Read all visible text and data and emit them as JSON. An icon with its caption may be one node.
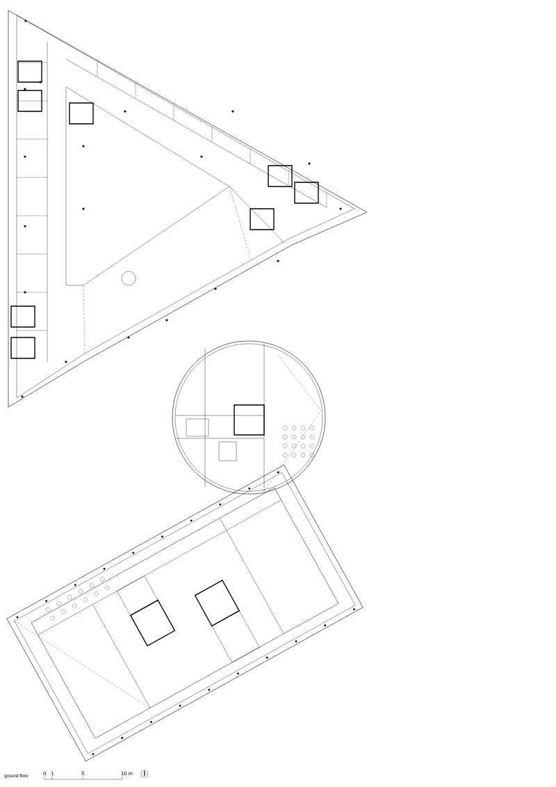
{
  "diagram": {
    "caption": "ground floor",
    "labels": [
      "0",
      "1",
      "5",
      "10 m"
    ]
  }
}
